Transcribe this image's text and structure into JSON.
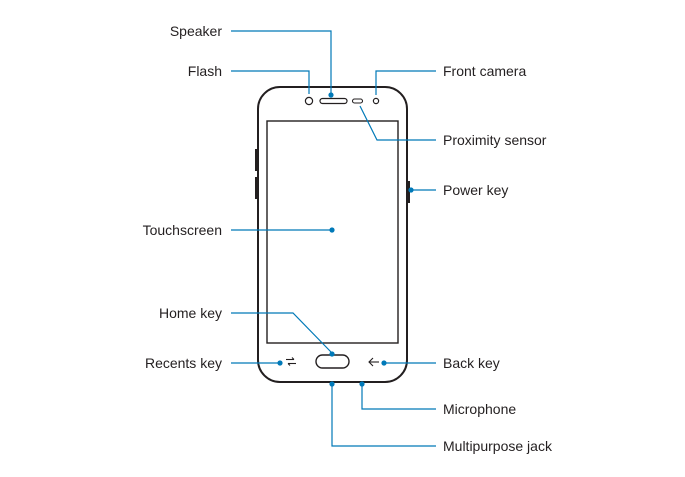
{
  "labels": {
    "speaker": "Speaker",
    "flash": "Flash",
    "front_camera": "Front camera",
    "proximity_sensor": "Proximity sensor",
    "power_key": "Power key",
    "touchscreen": "Touchscreen",
    "home_key": "Home key",
    "recents_key": "Recents key",
    "back_key": "Back key",
    "microphone": "Microphone",
    "multipurpose_jack": "Multipurpose jack"
  },
  "colors": {
    "callout": "#0079b8",
    "outline": "#231f20",
    "text": "#231f20"
  }
}
